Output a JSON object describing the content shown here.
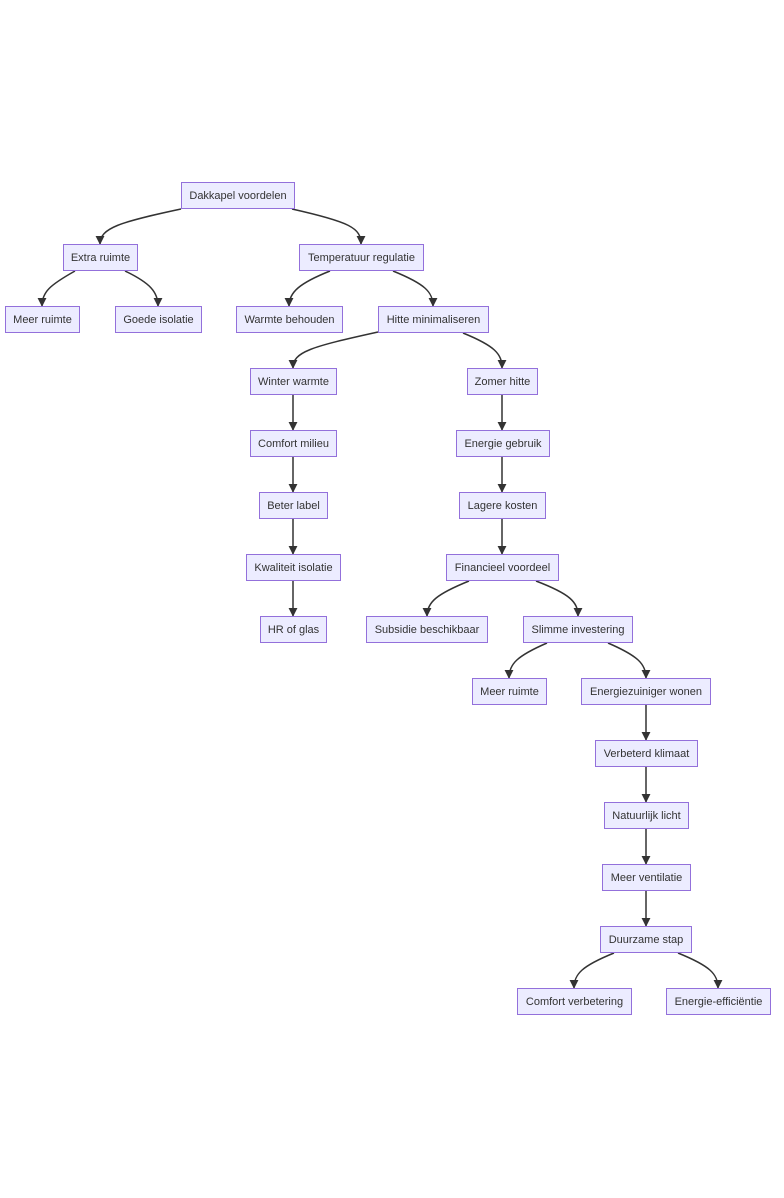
{
  "diagram": {
    "type": "flowchart-top-down",
    "colors": {
      "node_fill": "#ECECFF",
      "node_border": "#9370DB",
      "edge": "#333333",
      "text": "#333333",
      "background": "#FFFFFF"
    },
    "nodes": [
      {
        "id": "n0",
        "label": "Dakkapel voordelen"
      },
      {
        "id": "n1",
        "label": "Extra ruimte"
      },
      {
        "id": "n2",
        "label": "Temperatuur regulatie"
      },
      {
        "id": "n3",
        "label": "Meer ruimte"
      },
      {
        "id": "n4",
        "label": "Goede isolatie"
      },
      {
        "id": "n5",
        "label": "Warmte behouden"
      },
      {
        "id": "n6",
        "label": "Hitte minimaliseren"
      },
      {
        "id": "n7",
        "label": "Winter warmte"
      },
      {
        "id": "n8",
        "label": "Zomer hitte"
      },
      {
        "id": "n9",
        "label": "Comfort milieu"
      },
      {
        "id": "n10",
        "label": "Energie gebruik"
      },
      {
        "id": "n11",
        "label": "Beter label"
      },
      {
        "id": "n12",
        "label": "Lagere kosten"
      },
      {
        "id": "n13",
        "label": "Kwaliteit isolatie"
      },
      {
        "id": "n14",
        "label": "Financieel voordeel"
      },
      {
        "id": "n15",
        "label": "HR of glas"
      },
      {
        "id": "n16",
        "label": "Subsidie beschikbaar"
      },
      {
        "id": "n17",
        "label": "Slimme investering"
      },
      {
        "id": "n18",
        "label": "Meer ruimte"
      },
      {
        "id": "n19",
        "label": "Energiezuiniger wonen"
      },
      {
        "id": "n20",
        "label": "Verbeterd klimaat"
      },
      {
        "id": "n21",
        "label": "Natuurlijk licht"
      },
      {
        "id": "n22",
        "label": "Meer ventilatie"
      },
      {
        "id": "n23",
        "label": "Duurzame stap"
      },
      {
        "id": "n24",
        "label": "Comfort verbetering"
      },
      {
        "id": "n25",
        "label": "Energie-efficiëntie"
      }
    ],
    "edges": [
      [
        "Dakkapel voordelen",
        "Extra ruimte"
      ],
      [
        "Dakkapel voordelen",
        "Temperatuur regulatie"
      ],
      [
        "Extra ruimte",
        "Meer ruimte"
      ],
      [
        "Extra ruimte",
        "Goede isolatie"
      ],
      [
        "Temperatuur regulatie",
        "Warmte behouden"
      ],
      [
        "Temperatuur regulatie",
        "Hitte minimaliseren"
      ],
      [
        "Hitte minimaliseren",
        "Winter warmte"
      ],
      [
        "Hitte minimaliseren",
        "Zomer hitte"
      ],
      [
        "Winter warmte",
        "Comfort milieu"
      ],
      [
        "Comfort milieu",
        "Beter label"
      ],
      [
        "Beter label",
        "Kwaliteit isolatie"
      ],
      [
        "Kwaliteit isolatie",
        "HR of glas"
      ],
      [
        "Zomer hitte",
        "Energie gebruik"
      ],
      [
        "Energie gebruik",
        "Lagere kosten"
      ],
      [
        "Lagere kosten",
        "Financieel voordeel"
      ],
      [
        "Financieel voordeel",
        "Subsidie beschikbaar"
      ],
      [
        "Financieel voordeel",
        "Slimme investering"
      ],
      [
        "Slimme investering",
        "Meer ruimte"
      ],
      [
        "Slimme investering",
        "Energiezuiniger wonen"
      ],
      [
        "Energiezuiniger wonen",
        "Verbeterd klimaat"
      ],
      [
        "Verbeterd klimaat",
        "Natuurlijk licht"
      ],
      [
        "Natuurlijk licht",
        "Meer ventilatie"
      ],
      [
        "Meer ventilatie",
        "Duurzame stap"
      ],
      [
        "Duurzame stap",
        "Comfort verbetering"
      ],
      [
        "Duurzame stap",
        "Energie-efficiëntie"
      ]
    ]
  }
}
